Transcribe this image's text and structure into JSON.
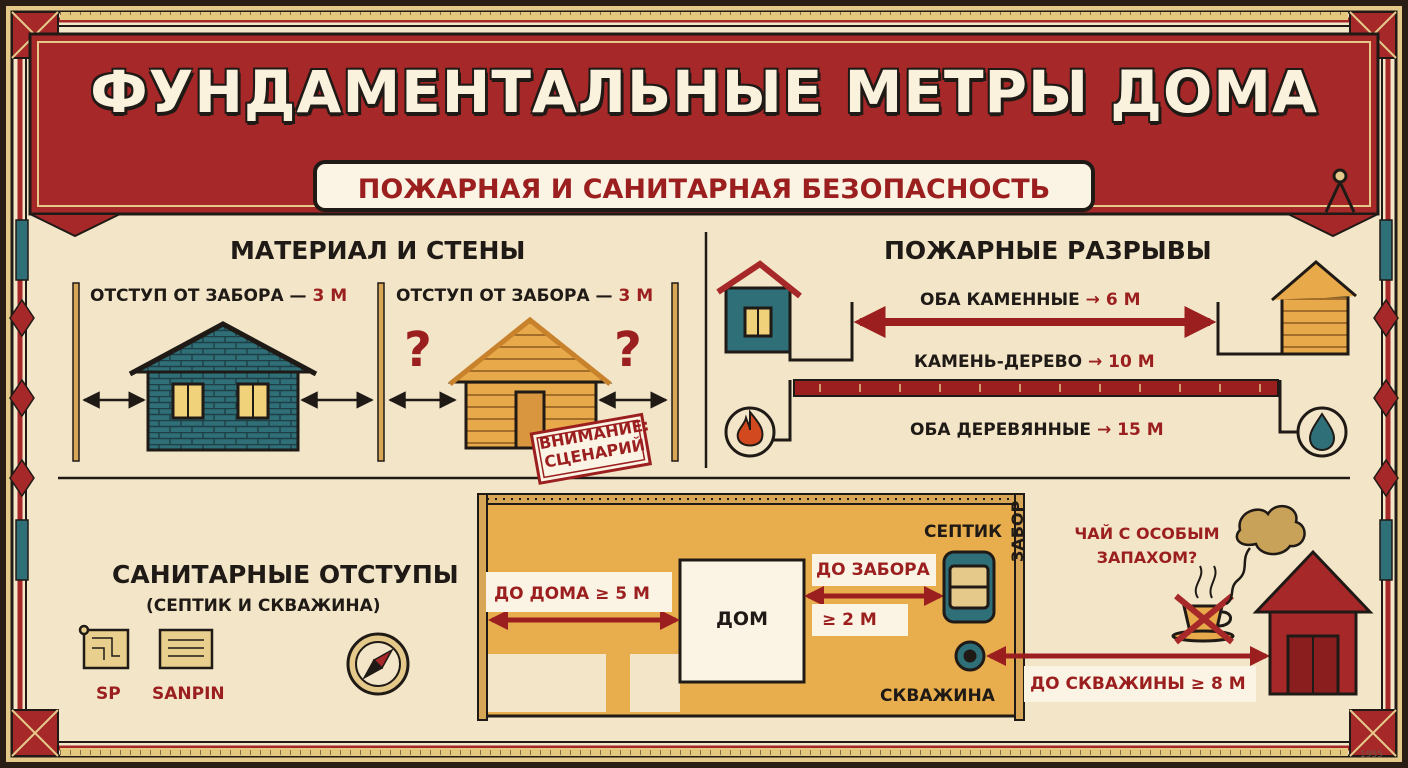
{
  "title": "ФУНДАМЕНТАЛЬНЫЕ МЕТРЫ ДОМА",
  "subtitle": "ПОЖАРНАЯ И САНИТАРНАЯ БЕЗОПАСНОСТЬ",
  "walls": {
    "heading": "МАТЕРИАЛ И СТЕНЫ",
    "brick_label_text": "ОТСТУП ОТ ЗАБОРА —",
    "brick_label_value": "3 М",
    "wood_label_text": "ОТСТУП ОТ ЗАБОРА —",
    "wood_label_value": "3 М",
    "question_mark": "?",
    "stamp_line1": "ВНИМАНИЕ:",
    "stamp_line2": "СЦЕНАРИЙ"
  },
  "fire": {
    "heading": "ПОЖАРНЫЕ РАЗРЫВЫ",
    "stone_text": "ОБА КАМЕННЫЕ",
    "stone_value": "→ 6 М",
    "mixed_text": "КАМЕНЬ-ДЕРЕВО",
    "mixed_value": "→ 10 М",
    "wood_text": "ОБА ДЕРЕВЯННЫЕ",
    "wood_value": "→ 15 М"
  },
  "sanitary": {
    "heading": "САНИТАРНЫЕ ОТСТУПЫ",
    "subheading": "(СЕПТИК И СКВАЖИНА)",
    "sp_label": "SP",
    "sanpin_label": "SANPIN",
    "house_label": "ДОМ",
    "to_house": "ДО ДОМА ≥ 5 М",
    "to_fence_text": "ДО ЗАБОРА",
    "to_fence_value": "≥ 2 М",
    "septic_label": "СЕПТИК",
    "well_label": "СКВАЖИНА",
    "fence_label": "ЗАБОР",
    "to_well": "ДО СКВАЖИНЫ ≥ 8 М",
    "tea_line1": "ЧАЙ С ОСОБЫМ",
    "tea_line2": "ЗАПАХОМ?"
  },
  "year": "1955",
  "colors": {
    "banner_red": "#a62828",
    "cream": "#f3e6c8",
    "ink": "#1f1a16",
    "accent_red": "#9b1f1f",
    "teal": "#2e6f78",
    "wood": "#e8a94a",
    "yard": "#e8ad4c"
  }
}
